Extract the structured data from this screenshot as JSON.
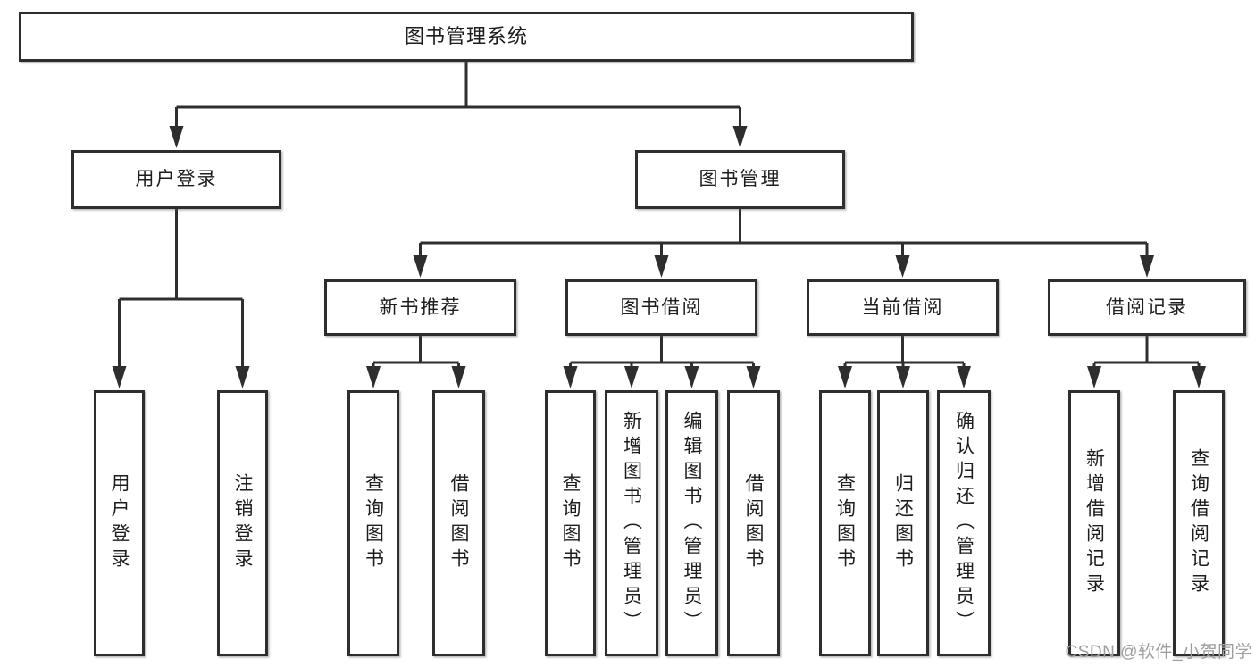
{
  "diagram": {
    "title": "图书管理系统",
    "children": [
      {
        "label": "用户登录",
        "children": [
          {
            "label": "用户登录"
          },
          {
            "label": "注销登录"
          }
        ]
      },
      {
        "label": "图书管理",
        "children": [
          {
            "label": "新书推荐",
            "children": [
              {
                "label": "查询图书"
              },
              {
                "label": "借阅图书"
              }
            ]
          },
          {
            "label": "图书借阅",
            "children": [
              {
                "label": "查询图书"
              },
              {
                "label": "新增图书（管理员）"
              },
              {
                "label": "编辑图书（管理员）"
              },
              {
                "label": "借阅图书"
              }
            ]
          },
          {
            "label": "当前借阅",
            "children": [
              {
                "label": "查询图书"
              },
              {
                "label": "归还图书"
              },
              {
                "label": "确认归还（管理员）"
              }
            ]
          },
          {
            "label": "借阅记录",
            "children": [
              {
                "label": "新增借阅记录"
              },
              {
                "label": "查询借阅记录"
              }
            ]
          }
        ]
      }
    ]
  },
  "watermark": "CSDN @软件_小贺同学",
  "colors": {
    "line": "#2e2e2e",
    "text": "#1d1d1d",
    "watermark": "#9e9e9e",
    "background": "#ffffff"
  }
}
